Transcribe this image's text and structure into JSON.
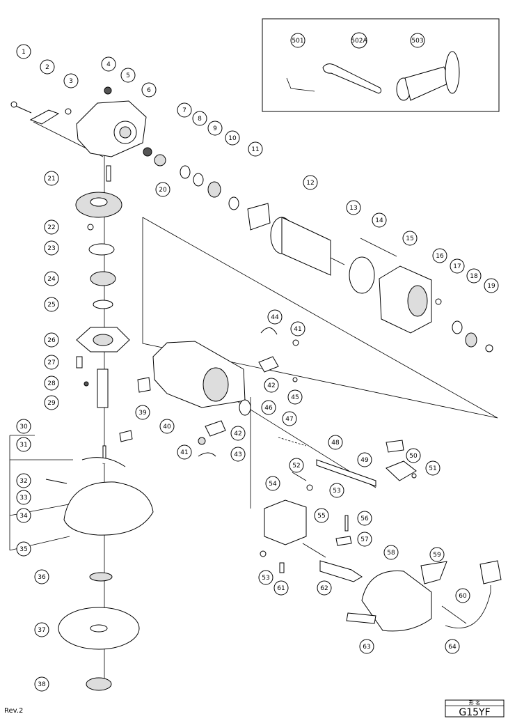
{
  "document": {
    "revision_label": "Rev.2",
    "model_header": "形 名",
    "model_name": "G15YF"
  },
  "accessory_callouts": [
    "501",
    "502A",
    "503"
  ],
  "callouts": [
    "1",
    "2",
    "3",
    "4",
    "5",
    "6",
    "7",
    "8",
    "9",
    "10",
    "11",
    "12",
    "13",
    "14",
    "15",
    "16",
    "17",
    "18",
    "19",
    "20",
    "21",
    "22",
    "23",
    "24",
    "25",
    "26",
    "27",
    "28",
    "29",
    "30",
    "31",
    "32",
    "33",
    "34",
    "35",
    "36",
    "37",
    "38",
    "39",
    "40",
    "41",
    "42",
    "41",
    "42",
    "43",
    "44",
    "45",
    "46",
    "47",
    "48",
    "49",
    "50",
    "51",
    "52",
    "53",
    "53",
    "54",
    "55",
    "56",
    "57",
    "58",
    "59",
    "60",
    "61",
    "62",
    "63",
    "64"
  ]
}
